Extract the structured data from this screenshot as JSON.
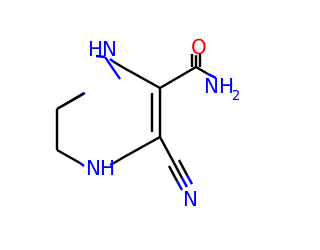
{
  "molecule": {
    "atom_labels": {
      "n1": "H",
      "n1_symbol": "N",
      "n4": "N",
      "n4_h": "H",
      "o": "O",
      "amide_n": "NH",
      "amide_h_sub": "2",
      "nitrile_n": "N"
    },
    "colors": {
      "carbon_bond": "#000000",
      "nitrogen": "#0000ff",
      "oxygen": "#ff0000"
    }
  }
}
